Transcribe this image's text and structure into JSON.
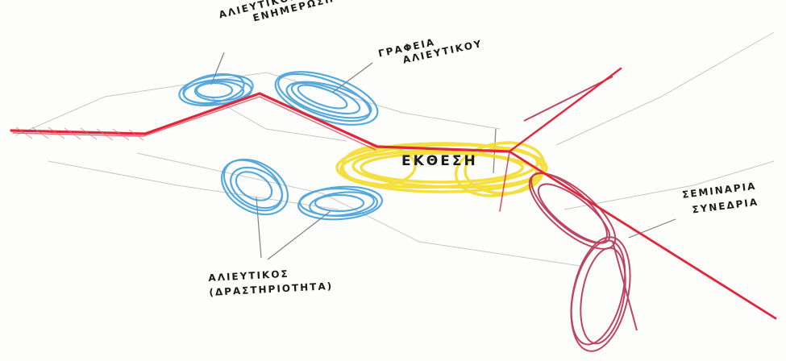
{
  "labels": {
    "information": [
      "ΑΛΙΕΥΤΙΚΟΣ",
      "ΕΝΗΜΕΡΩΣΗ"
    ],
    "offices": [
      "ΓΡΑΦΕΙΑ",
      "ΑΛΙΕΥΤΙΚΟΥ"
    ],
    "exhibition": "ΕΚΘΕΣΗ",
    "seminars": [
      "ΣΕΜΙΝΑΡΙΑ",
      "ΣΥΝΕΔΡΙΑ"
    ],
    "activities": [
      "ΑΛΙΕΥΤΙΚΟΣ",
      "(ΔΡΑΣΤΗΡΙΟΤΗΤΑ)"
    ]
  },
  "colors": {
    "path_red": "#e0263a",
    "blue": "#3a9bd8",
    "yellow": "#f2dc2a",
    "crimson": "#b22547",
    "pencil": "#9a9a9a"
  }
}
